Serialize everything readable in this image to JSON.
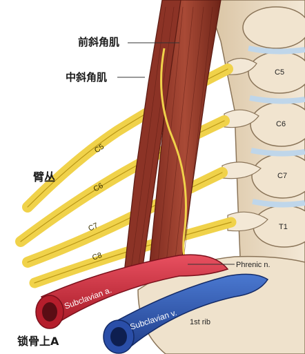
{
  "labels": {
    "anterior_scalene": "前斜角肌",
    "middle_scalene": "中斜角肌",
    "brachial_plexus": "臂丛",
    "supraclavicular": "锁骨上A",
    "phrenic": "Phrenic n.",
    "subclavian_artery": "Subclavian a.",
    "subclavian_vein": "Subclavian v.",
    "first_rib": "1st rib"
  },
  "vertebrae": [
    "C5",
    "C6",
    "C7",
    "T1"
  ],
  "nerve_roots": [
    "C5",
    "C6",
    "C7",
    "C8"
  ],
  "colors": {
    "muscle": "#9a3c2c",
    "nerve": "#f0d24a",
    "artery": "#d42a3a",
    "vein": "#2f56b3",
    "bone": "#ecdcc3",
    "disc": "#bfd6ea"
  }
}
